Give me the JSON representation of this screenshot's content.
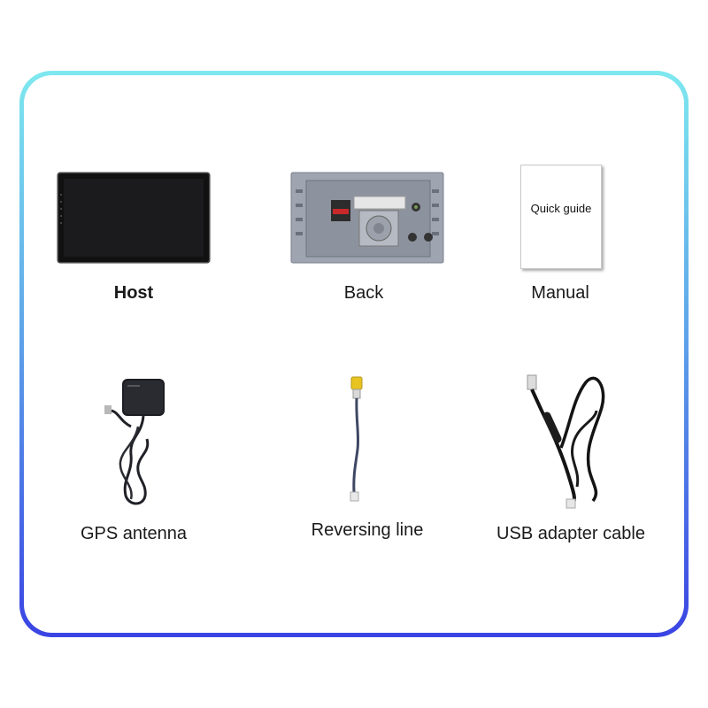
{
  "items": [
    {
      "label": "Host"
    },
    {
      "label": "Back"
    },
    {
      "label": "Manual",
      "booklet_text": "Quick guide"
    },
    {
      "label": "GPS antenna"
    },
    {
      "label": "Reversing line"
    },
    {
      "label": "USB adapter cable"
    }
  ],
  "colors": {
    "frame_top": "#7ee8ef",
    "frame_bottom": "#3a44e3"
  }
}
